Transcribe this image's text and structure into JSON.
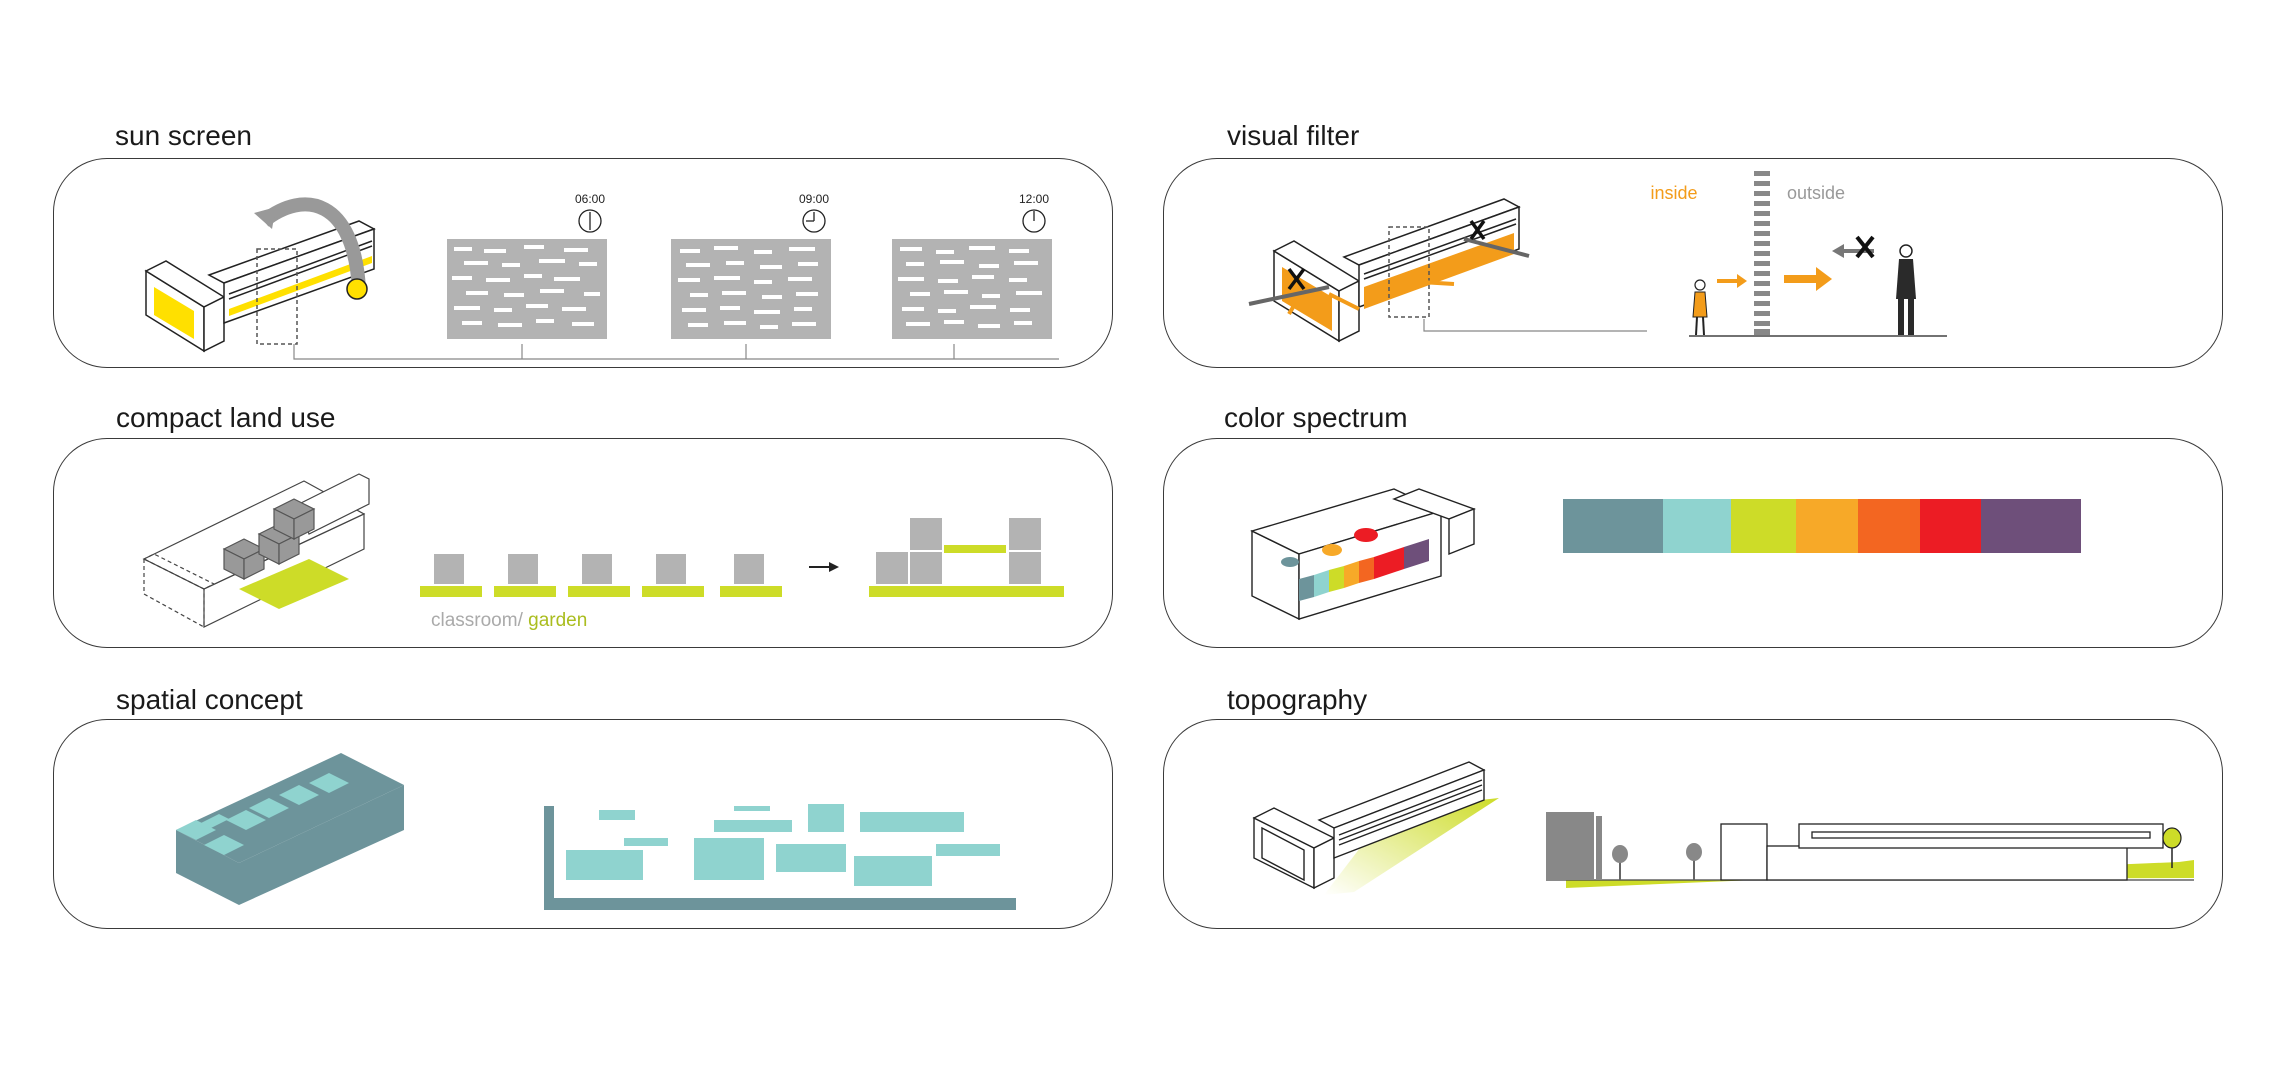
{
  "colors": {
    "yellow": "#ffe000",
    "orange": "#f39c1a",
    "lime": "#cddc28",
    "teal_dark": "#6d949b",
    "teal_light": "#8fd3cf",
    "gray_panel": "#b3b3b3",
    "spectrum": [
      "#6d949b",
      "#8fd3cf",
      "#cddc28",
      "#f7a928",
      "#f36621",
      "#ec1c24",
      "#6e4f7a"
    ]
  },
  "panels": {
    "sun_screen": {
      "title": "sun screen",
      "times": [
        "06:00",
        "09:00",
        "12:00"
      ]
    },
    "visual_filter": {
      "title": "visual filter",
      "inside_label": "inside",
      "outside_label": "outside"
    },
    "compact_land_use": {
      "title": "compact land use",
      "legend_classroom": "classroom/",
      "legend_garden": " garden"
    },
    "color_spectrum": {
      "title": "color spectrum"
    },
    "spatial_concept": {
      "title": "spatial concept"
    },
    "topography": {
      "title": "topography"
    }
  }
}
